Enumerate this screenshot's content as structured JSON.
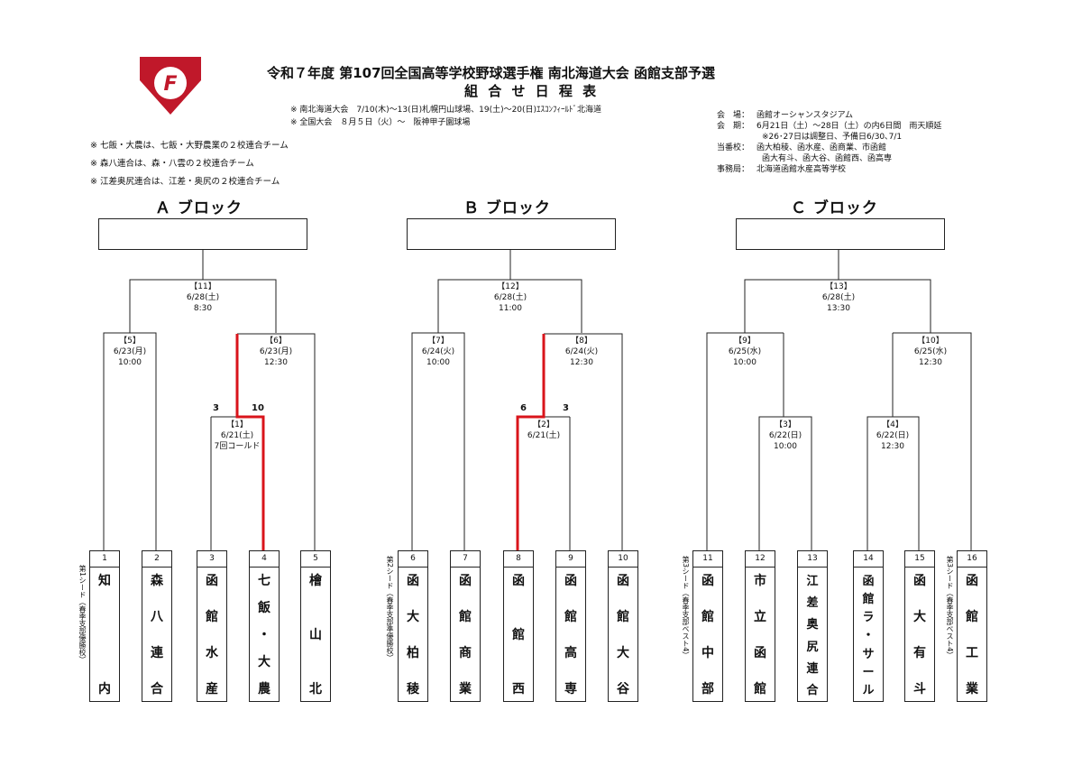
{
  "header": {
    "title": "令和７年度 第107回全国高等学校野球選手権 南北海道大会 函館支部予選",
    "subtitle": "組 合 せ 日 程 表",
    "note_south": "※ 南北海道大会　7/10(木)～13(日)札幌円山球場、19(土)～20(日)ｴｽｺﾝﾌｨｰﾙﾄﾞ北海道",
    "note_national": "※ 全国大会　８月５日（火）～　阪神甲子園球場",
    "logo_letter": "F"
  },
  "info": {
    "venue_label": "会　場：",
    "venue": "函館オーシャンスタジアム",
    "period_label": "会　期：",
    "period": "6月21日（土）～28日（土）の内6日間　雨天順延",
    "period_note": "※26･27日は調整日、予備日6/30､7/1",
    "host_label": "当番校：",
    "host1": "函大柏稜、函水産、函商業、市函館",
    "host2": "函大有斗、函大谷、函館西、函高専",
    "office_label": "事務局：",
    "office": "北海道函館水産高等学校"
  },
  "notes": [
    "※ 七飯・大農は、七飯・大野農業の２校連合チーム",
    "※ 森八連合は、森・八雲の２校連合チーム",
    "※ 江差奥尻連合は、江差・奥尻の２校連合チーム"
  ],
  "blocks": [
    "Ａ ブロック",
    "Ｂ ブロック",
    "Ｃ ブロック"
  ],
  "matches": [
    {
      "no": "【1】",
      "date": "6/21(土)",
      "time": "",
      "extra": "7回コールド"
    },
    {
      "no": "【2】",
      "date": "6/21(土)",
      "time": "",
      "extra": ""
    },
    {
      "no": "【3】",
      "date": "6/22(日)",
      "time": "10:00",
      "extra": ""
    },
    {
      "no": "【4】",
      "date": "6/22(日)",
      "time": "12:30",
      "extra": ""
    },
    {
      "no": "【5】",
      "date": "6/23(月)",
      "time": "10:00",
      "extra": ""
    },
    {
      "no": "【6】",
      "date": "6/23(月)",
      "time": "12:30",
      "extra": ""
    },
    {
      "no": "【7】",
      "date": "6/24(火)",
      "time": "10:00",
      "extra": ""
    },
    {
      "no": "【8】",
      "date": "6/24(火)",
      "time": "12:30",
      "extra": ""
    },
    {
      "no": "【9】",
      "date": "6/25(水)",
      "time": "10:00",
      "extra": ""
    },
    {
      "no": "【10】",
      "date": "6/25(水)",
      "time": "12:30",
      "extra": ""
    },
    {
      "no": "【11】",
      "date": "6/28(土)",
      "time": "8:30",
      "extra": ""
    },
    {
      "no": "【12】",
      "date": "6/28(土)",
      "time": "11:00",
      "extra": ""
    },
    {
      "no": "【13】",
      "date": "6/28(土)",
      "time": "13:30",
      "extra": ""
    }
  ],
  "scores": {
    "m1_left": "3",
    "m1_right": "10",
    "m2_left": "6",
    "m2_right": "3"
  },
  "teams": [
    {
      "num": "1",
      "name": "知内",
      "seed": "第1シード（春季支部優勝校）"
    },
    {
      "num": "2",
      "name": "森八連合",
      "seed": ""
    },
    {
      "num": "3",
      "name": "函館水産",
      "seed": ""
    },
    {
      "num": "4",
      "name": "七飯・大農",
      "seed": ""
    },
    {
      "num": "5",
      "name": "檜山北",
      "seed": ""
    },
    {
      "num": "6",
      "name": "函大柏稜",
      "seed": "第2シード（春季支部準優勝校）"
    },
    {
      "num": "7",
      "name": "函館商業",
      "seed": ""
    },
    {
      "num": "8",
      "name": "函館西",
      "seed": ""
    },
    {
      "num": "9",
      "name": "函館高専",
      "seed": ""
    },
    {
      "num": "10",
      "name": "函館大谷",
      "seed": ""
    },
    {
      "num": "11",
      "name": "函館中部",
      "seed": "第3シード（春季支部ベスト4）"
    },
    {
      "num": "12",
      "name": "市立函館",
      "seed": ""
    },
    {
      "num": "13",
      "name": "江差奥尻連合",
      "seed": ""
    },
    {
      "num": "14",
      "name": "函館ラ・サール",
      "seed": ""
    },
    {
      "num": "15",
      "name": "函大有斗",
      "seed": ""
    },
    {
      "num": "16",
      "name": "函館工業",
      "seed": "第3シード（春季支部ベスト4）"
    }
  ],
  "colors": {
    "winner_line": "#d9141b",
    "logo": "#c0182a",
    "line": "#222222"
  }
}
